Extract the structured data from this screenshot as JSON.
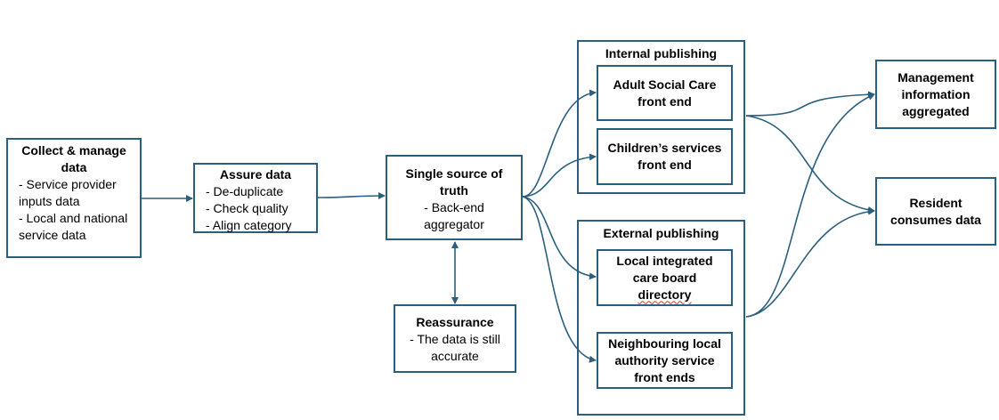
{
  "colors": {
    "stroke": "#2a5f7f",
    "spell_underline": "#d03030"
  },
  "collect": {
    "title": "Collect & manage data",
    "items": [
      "-   Service provider inputs data",
      "-   Local and national service data"
    ]
  },
  "assure": {
    "title": "Assure data",
    "items": [
      "-   De-duplicate",
      "-   Check quality",
      "-   Align category"
    ]
  },
  "truth": {
    "title": "Single source of truth",
    "subtitle": "- Back-end aggregator"
  },
  "reassurance": {
    "title": "Reassurance",
    "subtitle": "- The data is still accurate"
  },
  "internal": {
    "title": "Internal publishing",
    "adult": "Adult Social Care front end",
    "children": "Children’s services front end"
  },
  "external": {
    "title": "External publishing",
    "icb_line1": "Local integrated",
    "icb_line2": "care board",
    "icb_line3": "directory",
    "neighbouring": "Neighbouring local authority service front ends"
  },
  "management": {
    "title": "Management information aggregated"
  },
  "resident": {
    "title": "Resident consumes data"
  }
}
